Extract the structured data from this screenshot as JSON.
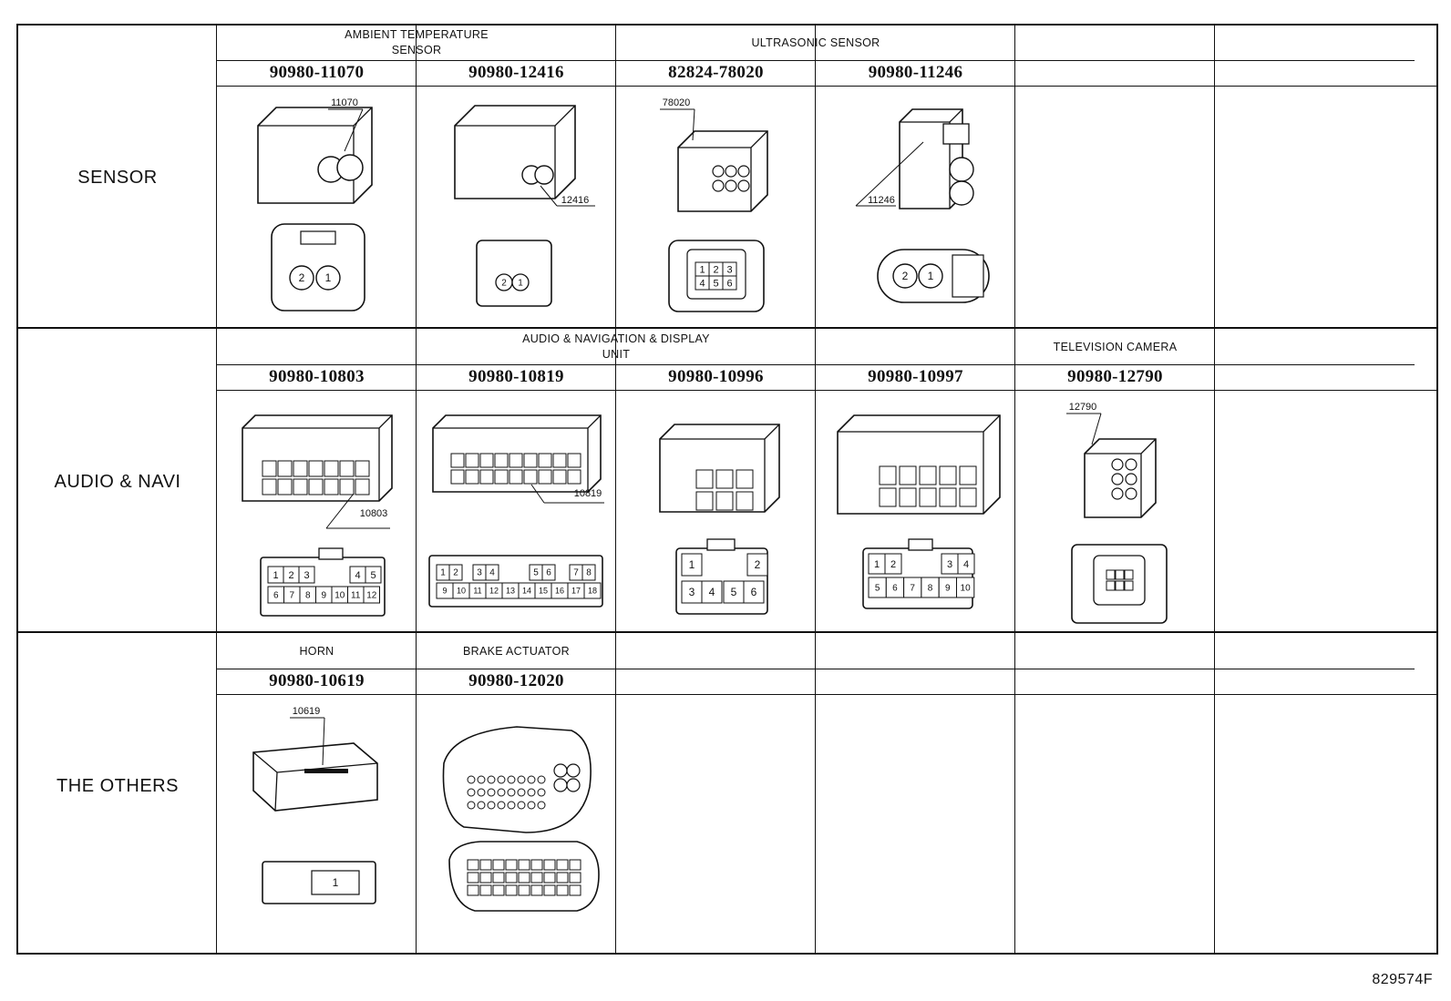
{
  "sections": [
    {
      "label": "SENSOR",
      "groups": [
        {
          "label": "AMBIENT TEMPERATURE\nSENSOR",
          "col": 0,
          "span": 2
        },
        {
          "label": "ULTRASONIC SENSOR",
          "col": 2,
          "span": 2
        }
      ],
      "connectors": [
        {
          "part": "90980-11070",
          "callout": "11070",
          "pins": [
            "2",
            "1"
          ],
          "kind": "round2"
        },
        {
          "part": "90980-12416",
          "callout": "12416",
          "pins": [
            "2",
            "1"
          ],
          "kind": "small2"
        },
        {
          "part": "82824-78020",
          "callout": "78020",
          "pins": [
            "1",
            "2",
            "3",
            "4",
            "5",
            "6"
          ],
          "kind": "grid6"
        },
        {
          "part": "90980-11246",
          "callout": "11246",
          "pins": [
            "2",
            "1"
          ],
          "kind": "oval2"
        }
      ]
    },
    {
      "label": "AUDIO & NAVI",
      "groups": [
        {
          "label": "AUDIO & NAVIGATION & DISPLAY\nUNIT",
          "col": 0,
          "span": 4
        },
        {
          "label": "TELEVISION CAMERA",
          "col": 4,
          "span": 1
        }
      ],
      "connectors": [
        {
          "part": "90980-10803",
          "callout": "10803",
          "pins": [
            "1",
            "2",
            "3",
            "4",
            "5",
            "6",
            "7",
            "8",
            "9",
            "10",
            "11",
            "12"
          ],
          "kind": "grid12"
        },
        {
          "part": "90980-10819",
          "callout": "10819",
          "pins": [
            "1",
            "2",
            "3",
            "4",
            "5",
            "6",
            "7",
            "8",
            "9",
            "10",
            "11",
            "12",
            "13",
            "14",
            "15",
            "16",
            "17",
            "18"
          ],
          "kind": "grid18"
        },
        {
          "part": "90980-10996",
          "callout": "",
          "pins": [
            "1",
            "2",
            "3",
            "4",
            "5",
            "6"
          ],
          "kind": "box6"
        },
        {
          "part": "90980-10997",
          "callout": "",
          "pins": [
            "1",
            "2",
            "3",
            "4",
            "5",
            "6",
            "7",
            "8",
            "9",
            "10"
          ],
          "kind": "grid10"
        },
        {
          "part": "90980-12790",
          "callout": "12790",
          "pins": [],
          "kind": "camera"
        }
      ]
    },
    {
      "label": "THE OTHERS",
      "groups": [
        {
          "label": "HORN",
          "col": 0,
          "span": 1
        },
        {
          "label": "BRAKE ACTUATOR",
          "col": 1,
          "span": 1
        }
      ],
      "connectors": [
        {
          "part": "90980-10619",
          "callout": "10619",
          "pins": [
            "1"
          ],
          "kind": "horn"
        },
        {
          "part": "90980-12020",
          "callout": "",
          "pins": [],
          "kind": "brake"
        }
      ]
    }
  ],
  "figure_id": "829574F"
}
